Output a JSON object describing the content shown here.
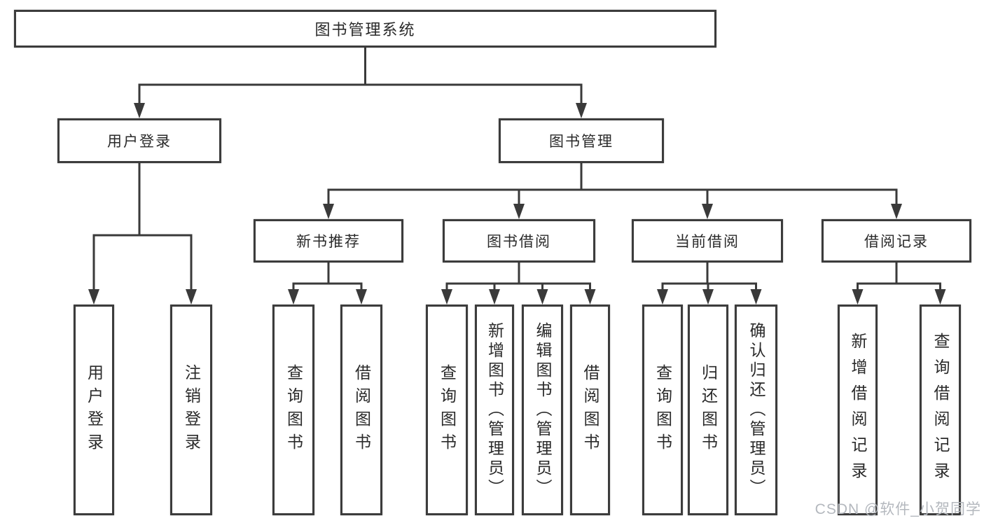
{
  "diagram_title": "图书管理系统",
  "nodes": [
    {
      "id": "root",
      "parent": null,
      "label": "图书管理系统",
      "text_direction": "horizontal"
    },
    {
      "id": "user-login",
      "parent": "root",
      "label": "用户登录",
      "text_direction": "horizontal"
    },
    {
      "id": "book-mgmt",
      "parent": "root",
      "label": "图书管理",
      "text_direction": "horizontal"
    },
    {
      "id": "new-book-rec",
      "parent": "book-mgmt",
      "label": "新书推荐",
      "text_direction": "horizontal"
    },
    {
      "id": "book-borrow",
      "parent": "book-mgmt",
      "label": "图书借阅",
      "text_direction": "horizontal"
    },
    {
      "id": "current-borrow",
      "parent": "book-mgmt",
      "label": "当前借阅",
      "text_direction": "horizontal"
    },
    {
      "id": "borrow-records",
      "parent": "book-mgmt",
      "label": "借阅记录",
      "text_direction": "horizontal"
    },
    {
      "id": "user-login-leaf",
      "parent": "user-login",
      "label": "用户登录",
      "text_direction": "vertical"
    },
    {
      "id": "logout-leaf",
      "parent": "user-login",
      "label": "注销登录",
      "text_direction": "vertical"
    },
    {
      "id": "query-book-rec",
      "parent": "new-book-rec",
      "label": "查询图书",
      "text_direction": "vertical"
    },
    {
      "id": "borrow-book-rec",
      "parent": "new-book-rec",
      "label": "借阅图书",
      "text_direction": "vertical"
    },
    {
      "id": "query-book-borrow",
      "parent": "book-borrow",
      "label": "查询图书",
      "text_direction": "vertical"
    },
    {
      "id": "add-book",
      "parent": "book-borrow",
      "label": "新增图书（管理员）",
      "text_direction": "vertical"
    },
    {
      "id": "edit-book",
      "parent": "book-borrow",
      "label": "编辑图书（管理员）",
      "text_direction": "vertical"
    },
    {
      "id": "borrow-book",
      "parent": "book-borrow",
      "label": "借阅图书",
      "text_direction": "vertical"
    },
    {
      "id": "query-book-current",
      "parent": "current-borrow",
      "label": "查询图书",
      "text_direction": "vertical"
    },
    {
      "id": "return-book",
      "parent": "current-borrow",
      "label": "归还图书",
      "text_direction": "vertical"
    },
    {
      "id": "confirm-return",
      "parent": "current-borrow",
      "label": "确认归还（管理员）",
      "text_direction": "vertical"
    },
    {
      "id": "add-borrow-record",
      "parent": "borrow-records",
      "label": "新增借阅记录",
      "text_direction": "vertical"
    },
    {
      "id": "query-borrow-record",
      "parent": "borrow-records",
      "label": "查询借阅记录",
      "text_direction": "vertical"
    }
  ],
  "watermark": {
    "text": "CSDN @软件_小贺同学"
  },
  "colors": {
    "line": "#3a3a3a",
    "box_border": "#3c3c3c",
    "text": "#2a2a2a",
    "watermark": "#b4b8be",
    "background": "#ffffff"
  }
}
